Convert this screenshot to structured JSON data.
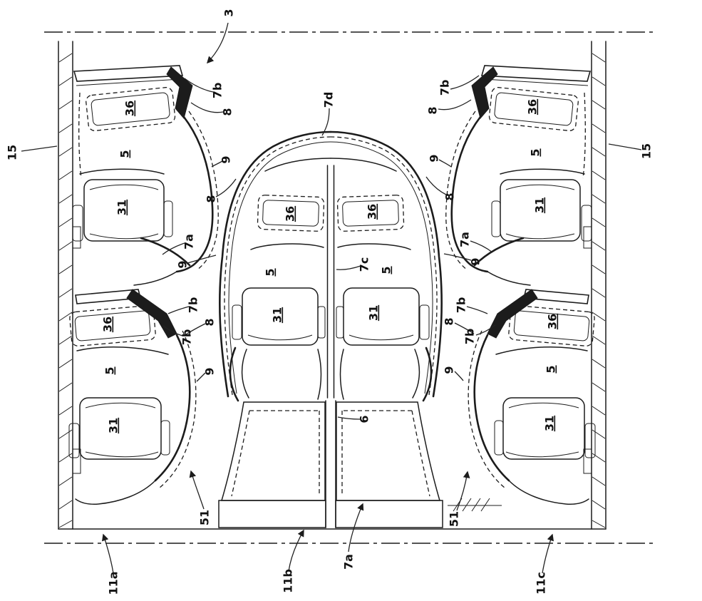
{
  "figure": {
    "kind": "patent-technical-drawing",
    "description": "Top view of an aircraft cabin seating arrangement with outboard and center herringbone seat units",
    "stroke_color": "#1c1c1c",
    "background_color": "#ffffff"
  },
  "labels": [
    {
      "text": "3"
    },
    {
      "text": "15"
    },
    {
      "text": "15"
    },
    {
      "text": "7b"
    },
    {
      "text": "8"
    },
    {
      "text": "7d"
    },
    {
      "text": "7b"
    },
    {
      "text": "8"
    },
    {
      "text": "36",
      "underline": true
    },
    {
      "text": "36",
      "underline": true
    },
    {
      "text": "5",
      "underline": true
    },
    {
      "text": "5",
      "underline": true
    },
    {
      "text": "9"
    },
    {
      "text": "9"
    },
    {
      "text": "8"
    },
    {
      "text": "8"
    },
    {
      "text": "36",
      "underline": true
    },
    {
      "text": "36",
      "underline": true
    },
    {
      "text": "31",
      "underline": true
    },
    {
      "text": "31",
      "underline": true
    },
    {
      "text": "7a"
    },
    {
      "text": "7a"
    },
    {
      "text": "9"
    },
    {
      "text": "9"
    },
    {
      "text": "7c"
    },
    {
      "text": "5",
      "underline": true
    },
    {
      "text": "5",
      "underline": true
    },
    {
      "text": "7b"
    },
    {
      "text": "7b"
    },
    {
      "text": "8"
    },
    {
      "text": "8"
    },
    {
      "text": "36",
      "underline": true
    },
    {
      "text": "36",
      "underline": true
    },
    {
      "text": "7b"
    },
    {
      "text": "7b"
    },
    {
      "text": "31",
      "underline": true
    },
    {
      "text": "31",
      "underline": true
    },
    {
      "text": "9"
    },
    {
      "text": "9"
    },
    {
      "text": "5",
      "underline": true
    },
    {
      "text": "5",
      "underline": true
    },
    {
      "text": "31",
      "underline": true
    },
    {
      "text": "31",
      "underline": true
    },
    {
      "text": "6"
    },
    {
      "text": "51"
    },
    {
      "text": "51"
    },
    {
      "text": "11a"
    },
    {
      "text": "11b"
    },
    {
      "text": "7a"
    },
    {
      "text": "11c"
    }
  ]
}
